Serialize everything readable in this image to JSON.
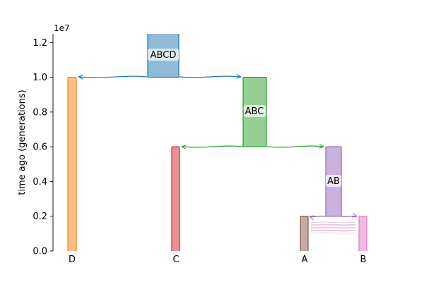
{
  "chart_data": {
    "type": "bar",
    "title": "",
    "xlabel": "",
    "ylabel": "time ago (generations)",
    "y_exponent_label": "1e7",
    "ylim": [
      0,
      12500000
    ],
    "y_ticks": [
      0,
      2000000,
      4000000,
      6000000,
      8000000,
      10000000,
      12000000
    ],
    "y_tick_labels": [
      "0.0",
      "0.2",
      "0.4",
      "0.6",
      "0.8",
      "1.0",
      "1.2"
    ],
    "x_tick_labels": [
      "D",
      "C",
      "A",
      "B"
    ],
    "demes": [
      {
        "name": "ABCD",
        "start_time": "inf",
        "end_time": 10000000,
        "color": "#1f77b4",
        "fill": "#8fbbd9"
      },
      {
        "name": "D",
        "start_time": 10000000,
        "end_time": 0,
        "color": "#ff7f0e",
        "fill": "#ffbf86"
      },
      {
        "name": "ABC",
        "start_time": 10000000,
        "end_time": 6000000,
        "color": "#2ca02c",
        "fill": "#95cf95"
      },
      {
        "name": "C",
        "start_time": 6000000,
        "end_time": 0,
        "color": "#d62728",
        "fill": "#ea9293"
      },
      {
        "name": "AB",
        "start_time": 6000000,
        "end_time": 2000000,
        "color": "#9467bd",
        "fill": "#c9b3de"
      },
      {
        "name": "A",
        "start_time": 2000000,
        "end_time": 0,
        "color": "#8c564b",
        "fill": "#c5aaa5"
      },
      {
        "name": "B",
        "start_time": 2000000,
        "end_time": 0,
        "color": "#e377c2",
        "fill": "#f1bbe0"
      }
    ],
    "splits": [
      {
        "parent": "ABCD",
        "children": [
          "D",
          "ABC"
        ],
        "time": 10000000
      },
      {
        "parent": "ABC",
        "children": [
          "C",
          "AB"
        ],
        "time": 6000000
      },
      {
        "parent": "AB",
        "children": [
          "A",
          "B"
        ],
        "time": 2000000
      }
    ],
    "migrations": [
      {
        "source": "A",
        "dest": "B",
        "start_time": 2000000,
        "end_time": 0
      },
      {
        "source": "B",
        "dest": "A",
        "start_time": 2000000,
        "end_time": 0
      }
    ]
  }
}
